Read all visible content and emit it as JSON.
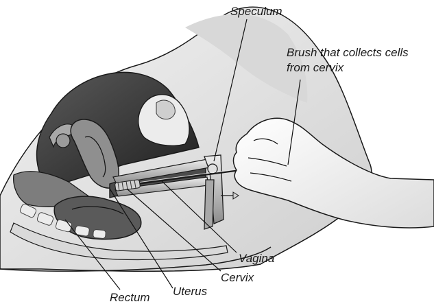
{
  "labels": {
    "speculum": "Speculum",
    "brush_line1": "Brush that collects cells",
    "brush_line2": "from cervix",
    "vagina": "Vagina",
    "cervix": "Cervix",
    "uterus": "Uterus",
    "rectum": "Rectum"
  },
  "colors": {
    "outline": "#1a1a1a",
    "skin_light": "#e6e6e6",
    "tissue_mid": "#9a9a9a",
    "cavity_dark": "#2a2a2a",
    "glove": "#f4f4f4",
    "metal": "#bdbdbd"
  }
}
